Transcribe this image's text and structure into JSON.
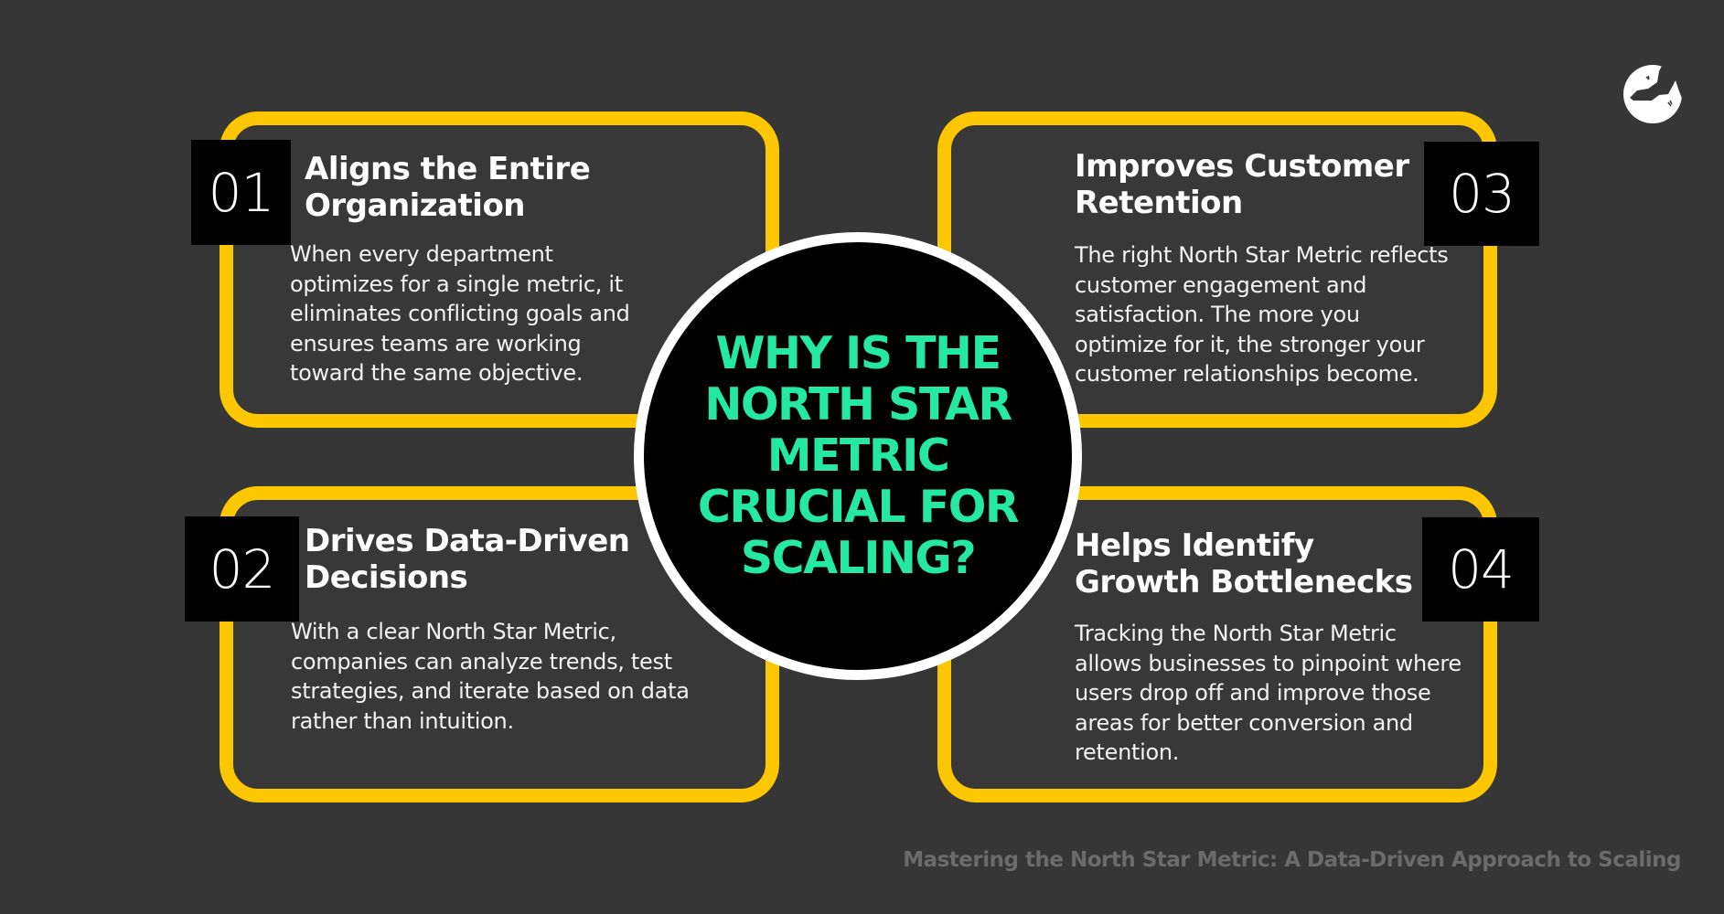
{
  "center": {
    "heading": "WHY IS THE NORTH STAR METRIC CRUCIAL FOR SCALING?"
  },
  "cards": [
    {
      "number": "01",
      "title": "Aligns the Entire Organization",
      "body": "When every department optimizes for a single metric, it eliminates conflicting goals and ensures teams are working toward the same objective."
    },
    {
      "number": "02",
      "title": "Drives Data-Driven Decisions",
      "body": "With a clear North Star Metric, companies can analyze trends, test strategies, and iterate based on data rather than intuition."
    },
    {
      "number": "03",
      "title": "Improves Customer Retention",
      "body": "The right North Star Metric reflects customer engagement and satisfaction. The more you optimize for it, the stronger your customer relationships become."
    },
    {
      "number": "04",
      "title": "Helps Identify Growth Bottlenecks",
      "body": "Tracking the North Star Metric allows businesses to pinpoint where users drop off and improve those areas for better conversion and retention."
    }
  ],
  "footer": {
    "caption": "Mastering the North Star Metric: A Data-Driven Approach to Scaling"
  },
  "logo": {
    "icon": "brand-logo-icon"
  },
  "colors": {
    "background": "#363636",
    "card_border": "#fcc600",
    "heading_accent": "#25e8a2",
    "number_box": "#000000"
  }
}
